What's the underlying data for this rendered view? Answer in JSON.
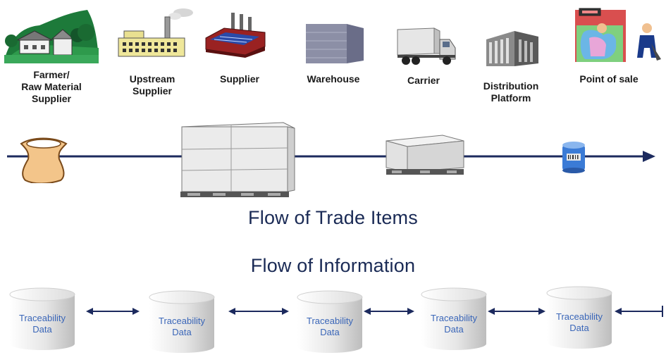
{
  "stages": [
    {
      "id": "farmer",
      "label": "Farmer/\nRaw Material\nSupplier",
      "icon": "farm-icon"
    },
    {
      "id": "upstream",
      "label": "Upstream\nSupplier",
      "icon": "factory-icon"
    },
    {
      "id": "supplier",
      "label": "Supplier",
      "icon": "supplier-factory-icon"
    },
    {
      "id": "warehouse",
      "label": "Warehouse",
      "icon": "warehouse-icon"
    },
    {
      "id": "carrier",
      "label": "Carrier",
      "icon": "truck-icon"
    },
    {
      "id": "distribution",
      "label": "Distribution\nPlatform",
      "icon": "distribution-building-icon"
    },
    {
      "id": "pos",
      "label": "Point of sale",
      "icon": "shopper-icon"
    }
  ],
  "flow_items": {
    "heading": "Flow of Trade Items",
    "items": [
      "sack-icon",
      "pallet-stack-icon",
      "pallet-box-icon",
      "can-icon"
    ]
  },
  "flow_info": {
    "heading": "Flow of Information",
    "db_label_line1": "Traceability",
    "db_label_line2": "Data",
    "db_count": 5
  },
  "colors": {
    "arrow": "#1c2a5e",
    "heading": "#1a2a55",
    "db_text": "#3a66b8",
    "db_fill_light": "#ffffff",
    "db_fill_dark": "#c8c8c8"
  }
}
